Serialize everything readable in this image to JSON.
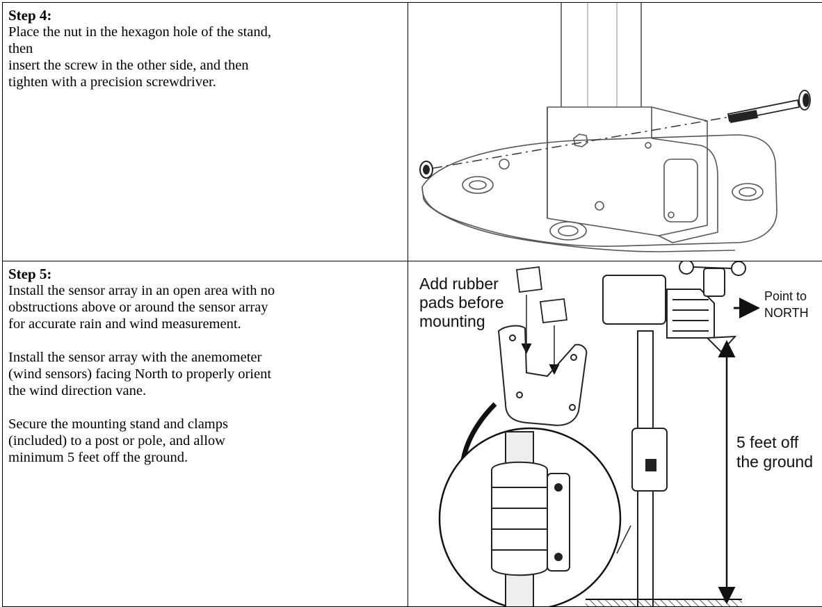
{
  "step4": {
    "title": "Step 4:",
    "line1": "Place the nut in the hexagon hole of the stand,",
    "line2": "then",
    "line3": "insert the screw in the other side, and then",
    "line4": "tighten with a precision screwdriver."
  },
  "step5": {
    "title": "Step 5:",
    "para1_line1": "Install the sensor array in an open area with no",
    "para1_line2": "obstructions above or around the sensor array",
    "para1_line3": "for accurate rain and wind measurement.",
    "para2_line1": "Install the sensor array with the anemometer",
    "para2_line2": "(wind sensors) facing North to properly orient",
    "para2_line3": "the wind direction vane.",
    "para3_line1": "Secure the mounting stand and clamps",
    "para3_line2": "(included) to a post or pole, and allow",
    "para3_line3": "minimum 5 feet off the ground."
  },
  "diagram5": {
    "pads_line1": "Add rubber",
    "pads_line2": "pads before",
    "pads_line3": "mounting",
    "north_line1": "Point to",
    "north_line2": "NORTH",
    "height_line1": "5 feet off",
    "height_line2": "the ground"
  }
}
